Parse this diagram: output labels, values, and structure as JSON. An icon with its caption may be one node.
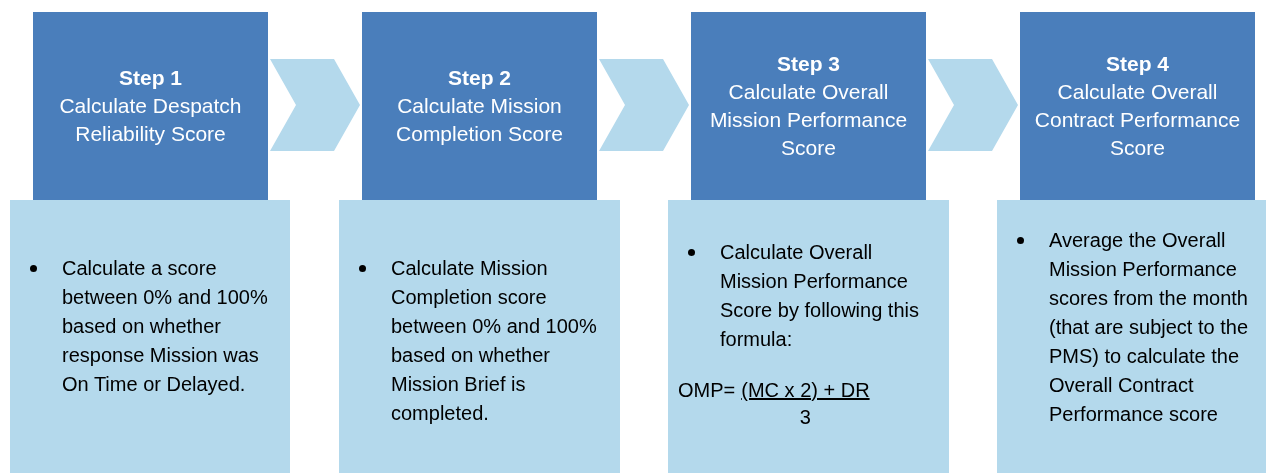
{
  "diagram": {
    "nodes": [
      {
        "text": [
          "Step 1",
          "Calculate Despatch Reliability Score"
        ]
      },
      {
        "text": [
          "Step 2",
          "Calculate Mission Completion Score"
        ]
      },
      {
        "text": [
          "Step 3",
          "Calculate Overall Mission Performance Score"
        ]
      },
      {
        "text": [
          "Step 4",
          "Calculate Overall Contract Performance Score"
        ]
      },
      {
        "text": [
          "Calculate a score between 0% and 100% based on whether response Mission was On Time or Delayed."
        ]
      },
      {
        "text": [
          "Calculate Mission Completion score between 0% and 100% based on whether Mission Brief is completed."
        ]
      },
      {
        "text": [
          "Calculate Overall Mission Performance Score by following this formula:",
          "OMP=",
          "(MC x 2) + DR",
          "3"
        ]
      },
      {
        "text": [
          "Average the Overall Mission Performance scores from the month (that are subject to the PMS) to calculate the Overall Contract Performance score"
        ]
      }
    ],
    "edges": [
      {
        "from": 0,
        "to": 1,
        "arrow": "to"
      },
      {
        "from": 1,
        "to": 2,
        "arrow": "to"
      },
      {
        "from": 2,
        "to": 3,
        "arrow": "to"
      }
    ]
  }
}
